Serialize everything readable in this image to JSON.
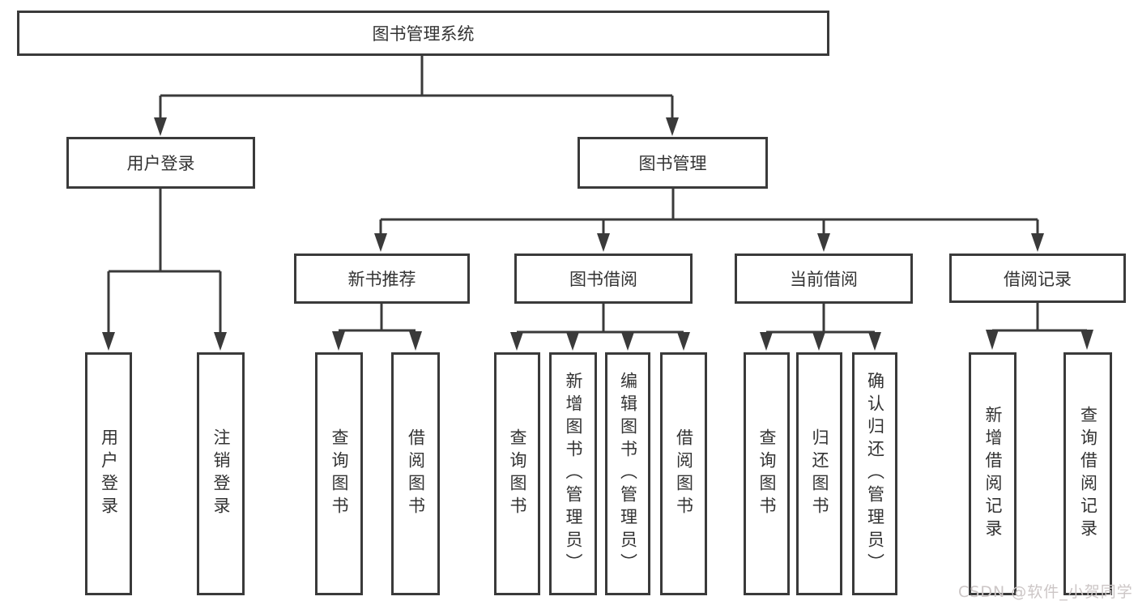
{
  "diagram": {
    "title": "图书管理系统",
    "type": "hierarchy-tree",
    "nodes": {
      "root": {
        "label": "图书管理系统",
        "children": [
          "user_login",
          "book_mgmt"
        ]
      },
      "user_login": {
        "label": "用户登录",
        "children": [
          "ul_login",
          "ul_logout"
        ]
      },
      "book_mgmt": {
        "label": "图书管理",
        "children": [
          "rec",
          "borrow",
          "current",
          "record"
        ]
      },
      "rec": {
        "label": "新书推荐",
        "children": [
          "rec_query",
          "rec_borrow"
        ]
      },
      "borrow": {
        "label": "图书借阅",
        "children": [
          "bw_query",
          "bw_add",
          "bw_edit",
          "bw_borrow"
        ]
      },
      "current": {
        "label": "当前借阅",
        "children": [
          "cur_query",
          "cur_return",
          "cur_confirm"
        ]
      },
      "record": {
        "label": "借阅记录",
        "children": [
          "rd_add",
          "rd_query"
        ]
      },
      "ul_login": {
        "label": "用户登录",
        "children": []
      },
      "ul_logout": {
        "label": "注销登录",
        "children": []
      },
      "rec_query": {
        "label": "查询图书",
        "children": []
      },
      "rec_borrow": {
        "label": "借阅图书",
        "children": []
      },
      "bw_query": {
        "label": "查询图书",
        "children": []
      },
      "bw_add": {
        "label": "新增图书（管理员）",
        "children": []
      },
      "bw_edit": {
        "label": "编辑图书（管理员）",
        "children": []
      },
      "bw_borrow": {
        "label": "借阅图书",
        "children": []
      },
      "cur_query": {
        "label": "查询图书",
        "children": []
      },
      "cur_return": {
        "label": "归还图书",
        "children": []
      },
      "cur_confirm": {
        "label": "确认归还（管理员）",
        "children": []
      },
      "rd_add": {
        "label": "新增借阅记录",
        "children": []
      },
      "rd_query": {
        "label": "查询借阅记录",
        "children": []
      }
    }
  },
  "watermark": {
    "text": "CSDN @软件_小贺同学",
    "color": "#ccc6c6"
  },
  "colors": {
    "background": "#ffffff",
    "box_fill": "#ffffff",
    "line": "#3a3a3a",
    "text": "#333333"
  }
}
